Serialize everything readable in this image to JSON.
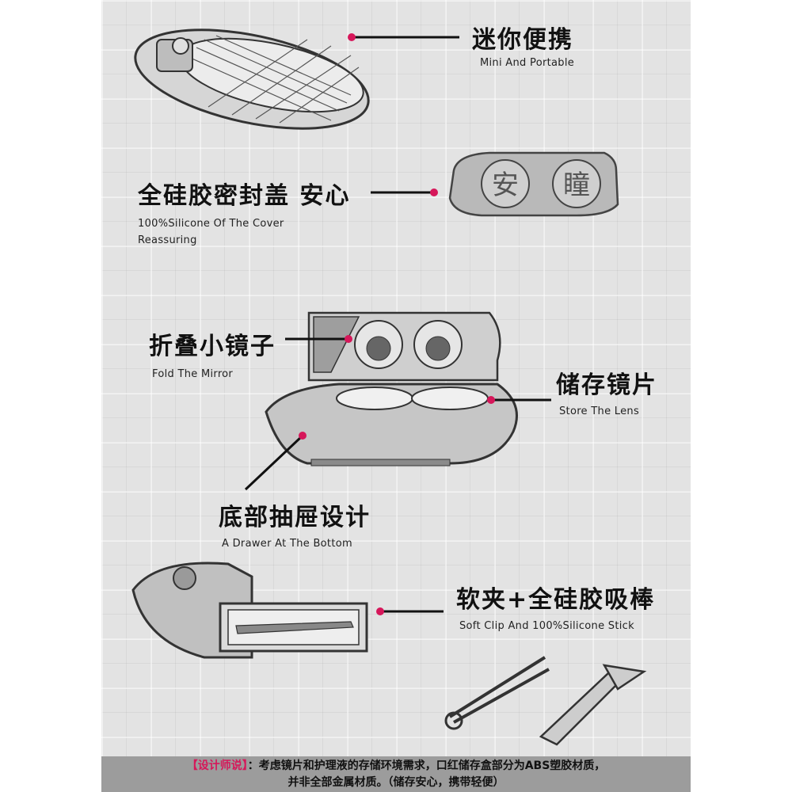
{
  "features": {
    "mini": {
      "cn": "迷你便携",
      "en": "Mini And Portable"
    },
    "silicone": {
      "cn": "全硅胶密封盖 安心",
      "en_line1": "100%Silicone Of The Cover",
      "en_line2": "Reassuring"
    },
    "mirror": {
      "cn": "折叠小镜子",
      "en": "Fold The Mirror"
    },
    "store": {
      "cn": "储存镜片",
      "en": "Store The Lens"
    },
    "drawer": {
      "cn": "底部抽屉设计",
      "en": "A Drawer At The Bottom"
    },
    "clip": {
      "cn": "软夹+全硅胶吸棒",
      "en": "Soft Clip And 100%Silicone Stick"
    }
  },
  "cap_glyphs": {
    "left": "安",
    "right": "瞳"
  },
  "footer": {
    "tag": "【设计师说】",
    "line1": "：考虑镜片和护理液的存储环境需求，口红储存盒部分为ABS塑胶材质，",
    "line2": "并非全部金属材质。（储存安心，携带轻便）"
  },
  "colors": {
    "accent_dot": "#d6175a",
    "background": "#e3e3e3",
    "footer_bg": "#9c9c9c"
  }
}
